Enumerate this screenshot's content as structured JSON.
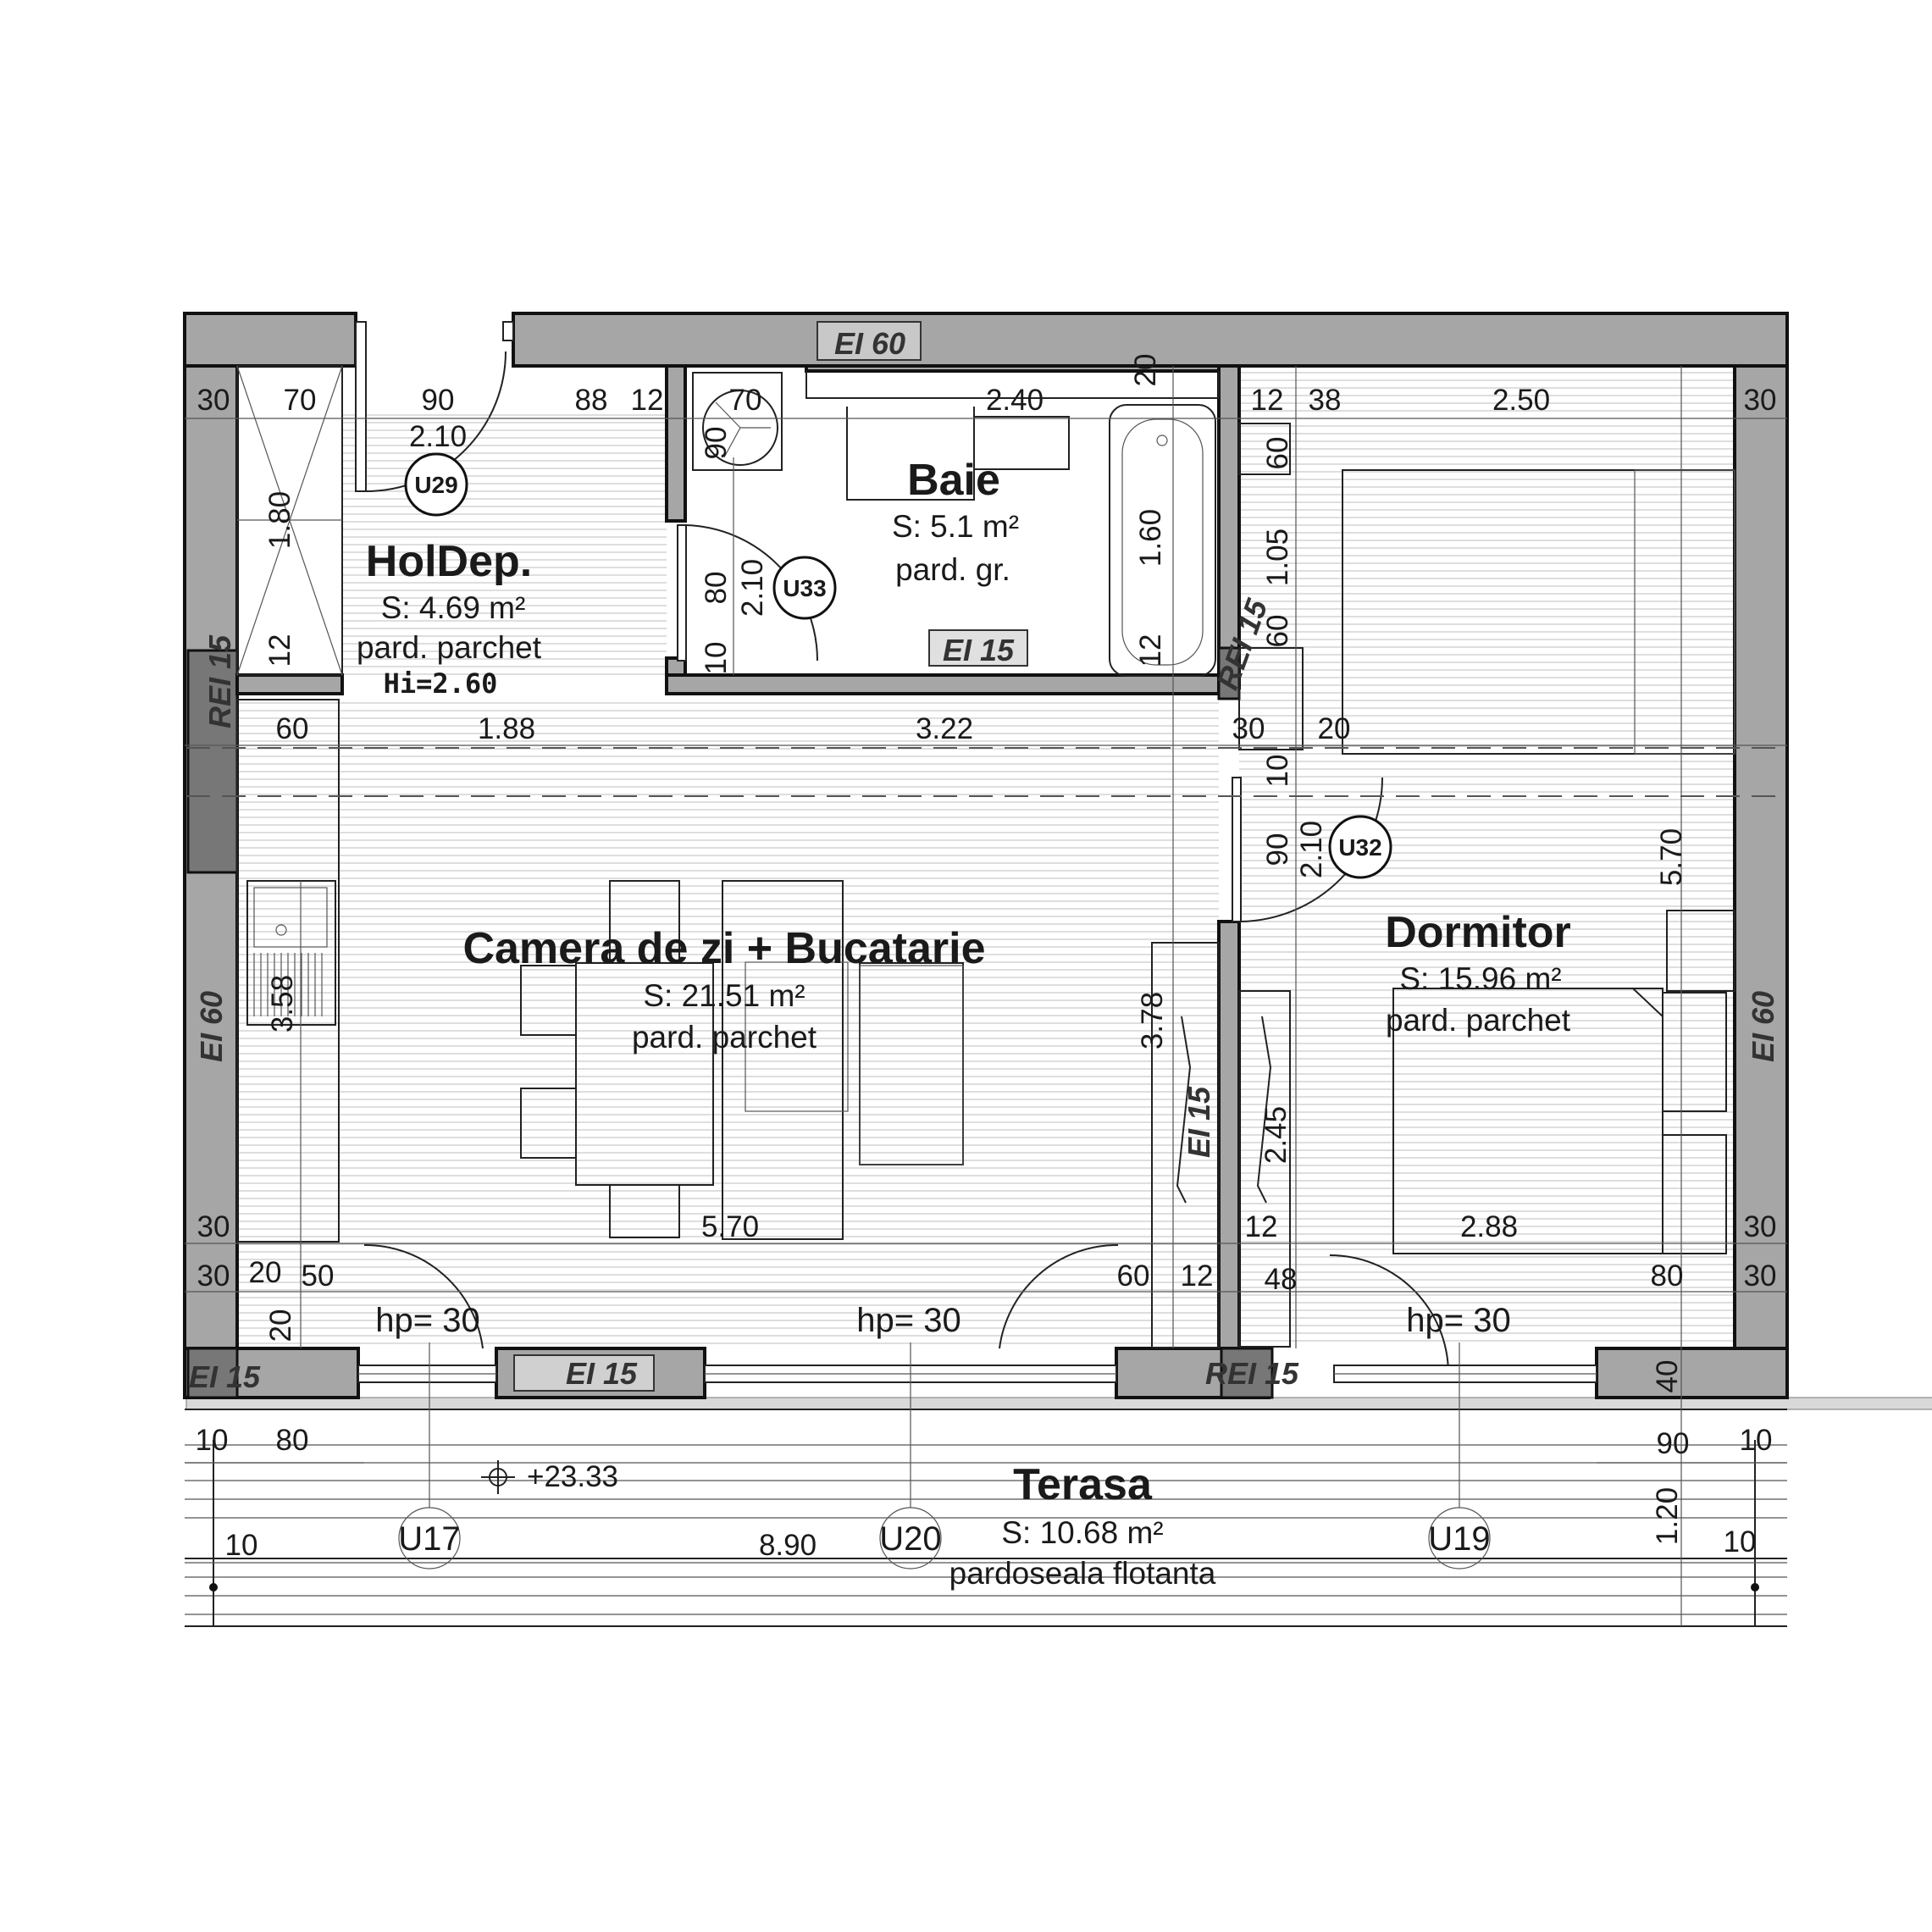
{
  "rooms": {
    "hol": {
      "name": "HolDep.",
      "area": "S: 4.69 m²",
      "floor": "pard. parchet",
      "height": "Hi=2.60"
    },
    "baie": {
      "name": "Baie",
      "area": "S: 5.1 m²",
      "floor": "pard. gr."
    },
    "living": {
      "name": "Camera de zi + Bucatarie",
      "area": "S: 21.51 m²",
      "floor": "pard. parchet"
    },
    "dormitor": {
      "name": "Dormitor",
      "area": "S: 15.96 m²",
      "floor": "pard. parchet"
    },
    "terasa": {
      "name": "Terasa",
      "area": "S: 10.68 m²",
      "floor": "pardoseala flotanta"
    }
  },
  "fire_ratings": {
    "top": "EI 60",
    "left": "EI 60",
    "right": "EI 60",
    "baie": "EI 15",
    "partition": "EI 15",
    "rei_left": "REI 15",
    "rei_mid": "REI 15",
    "bottom_left": "EI 15",
    "bottom_mid": "EI 15",
    "bottom_rei": "REI 15"
  },
  "doors": {
    "hol": "U29",
    "baie": "U33",
    "dormitor": "U32"
  },
  "windows": {
    "w1": {
      "tag": "U17",
      "hp": "hp= 30"
    },
    "w2": {
      "tag": "U20",
      "hp": "hp= 30"
    },
    "w3": {
      "tag": "U19",
      "hp": "hp= 30"
    }
  },
  "level": "+23.33",
  "dimensions": {
    "top_row": [
      "30",
      "70",
      "90",
      "88",
      "12",
      "70",
      "2.40",
      "12",
      "38",
      "2.50",
      "30"
    ],
    "top_20": "20",
    "hol_door_h": "2.10",
    "wardrobe_h": "1.80",
    "wardrobe_12": "12",
    "baie_90": "90",
    "baie_80": "80",
    "baie_10": "10",
    "baie_door_h": "2.10",
    "bath_len": "1.60",
    "bath_12": "12",
    "dorm_top_60": "60",
    "dorm_1_05": "1.05",
    "dorm_60b": "60",
    "corridor_row": [
      "60",
      "1.88",
      "3.22",
      "30",
      "20"
    ],
    "dorm_door_10": "10",
    "dorm_door_90": "90",
    "dorm_door_h": "2.10",
    "dorm_height": "5.70",
    "kitchen_len": "3.58",
    "living_len": "3.78",
    "wardrobe_len": "2.45",
    "row_30_left": "30",
    "row_30_right": "30",
    "living_width": "5.70",
    "dorm_12": "12",
    "dorm_width": "2.88",
    "bottom_row": [
      "30",
      "20",
      "50",
      "60",
      "12",
      "48",
      "80",
      "30"
    ],
    "bottom_20": "20",
    "bottom_40": "40",
    "terrace_row1": [
      "10",
      "80",
      "90",
      "10"
    ],
    "terrace_row2": [
      "10",
      "8.90",
      "10"
    ],
    "terrace_h": "1.20"
  }
}
